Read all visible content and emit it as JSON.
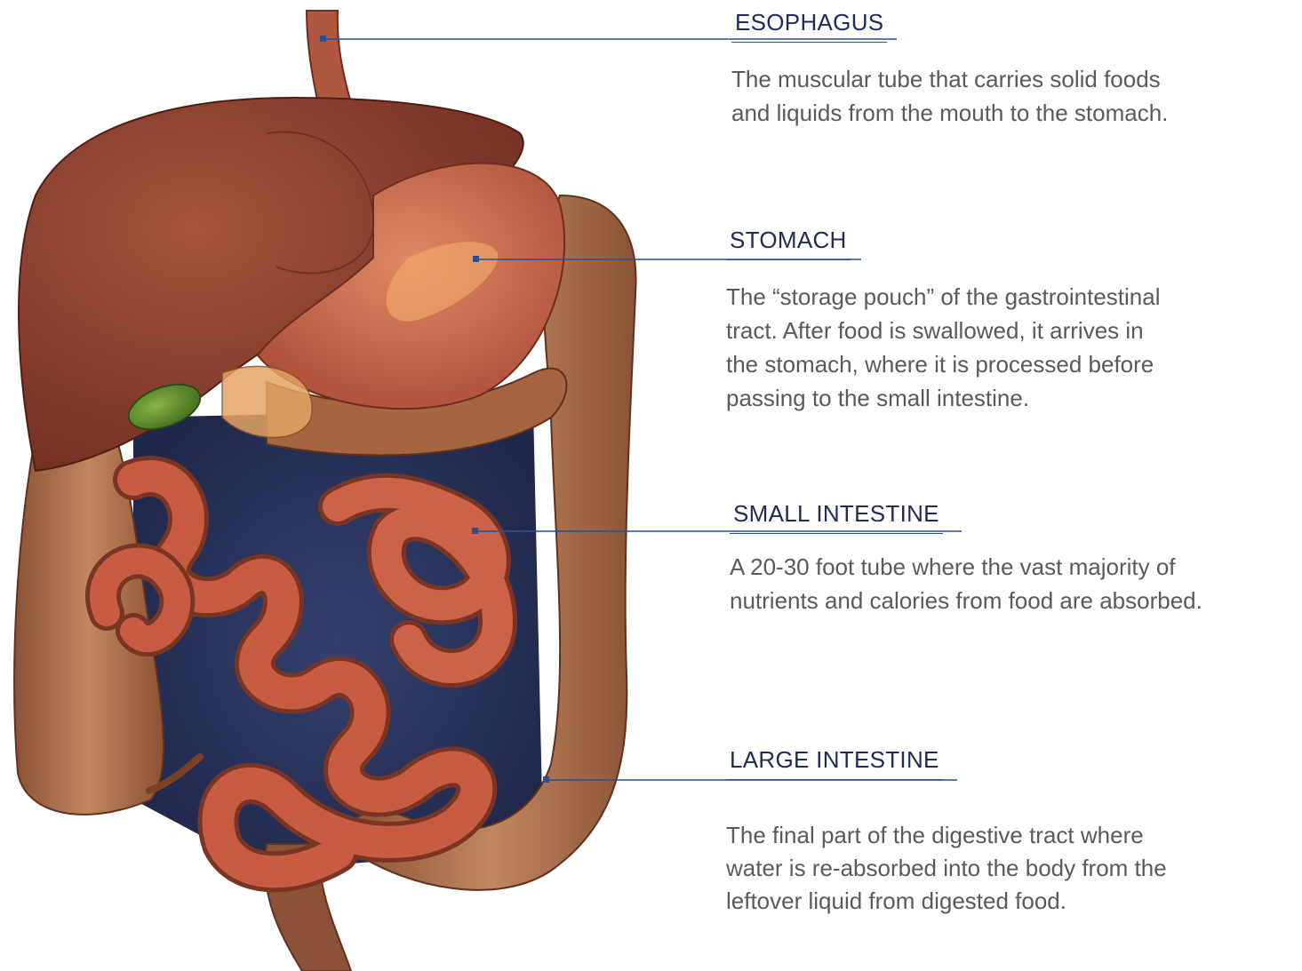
{
  "organs": [
    {
      "name": "ESOPHAGUS",
      "description_lines": [
        "The muscular tube that carries solid foods",
        "and liquids from the mouth to the stomach."
      ]
    },
    {
      "name": "STOMACH",
      "description_lines": [
        "The “storage pouch” of the gastrointestinal",
        "tract. After food is swallowed, it arrives in",
        "the stomach, where it is processed before",
        "passing to the small intestine."
      ]
    },
    {
      "name": "SMALL INTESTINE",
      "description_lines": [
        "A 20-30 foot tube where the vast majority of",
        "nutrients and calories from food are absorbed."
      ]
    },
    {
      "name": "LARGE INTESTINE",
      "description_lines": [
        "The final part of the digestive tract where",
        "water is re-absorbed into the body from the",
        "leftover liquid from digested food."
      ]
    }
  ],
  "colors": {
    "heading_text": "#1f2a55",
    "leader_line": "#2e4f8f",
    "body_text": "#5a5a5a",
    "liver": "#8a3c2c",
    "stomach": "#c8664c",
    "small_intestine": "#c4573e",
    "large_intestine": "#a86a48",
    "gallbladder": "#5c8a2a",
    "abdominal_cavity": "#2b3560"
  }
}
